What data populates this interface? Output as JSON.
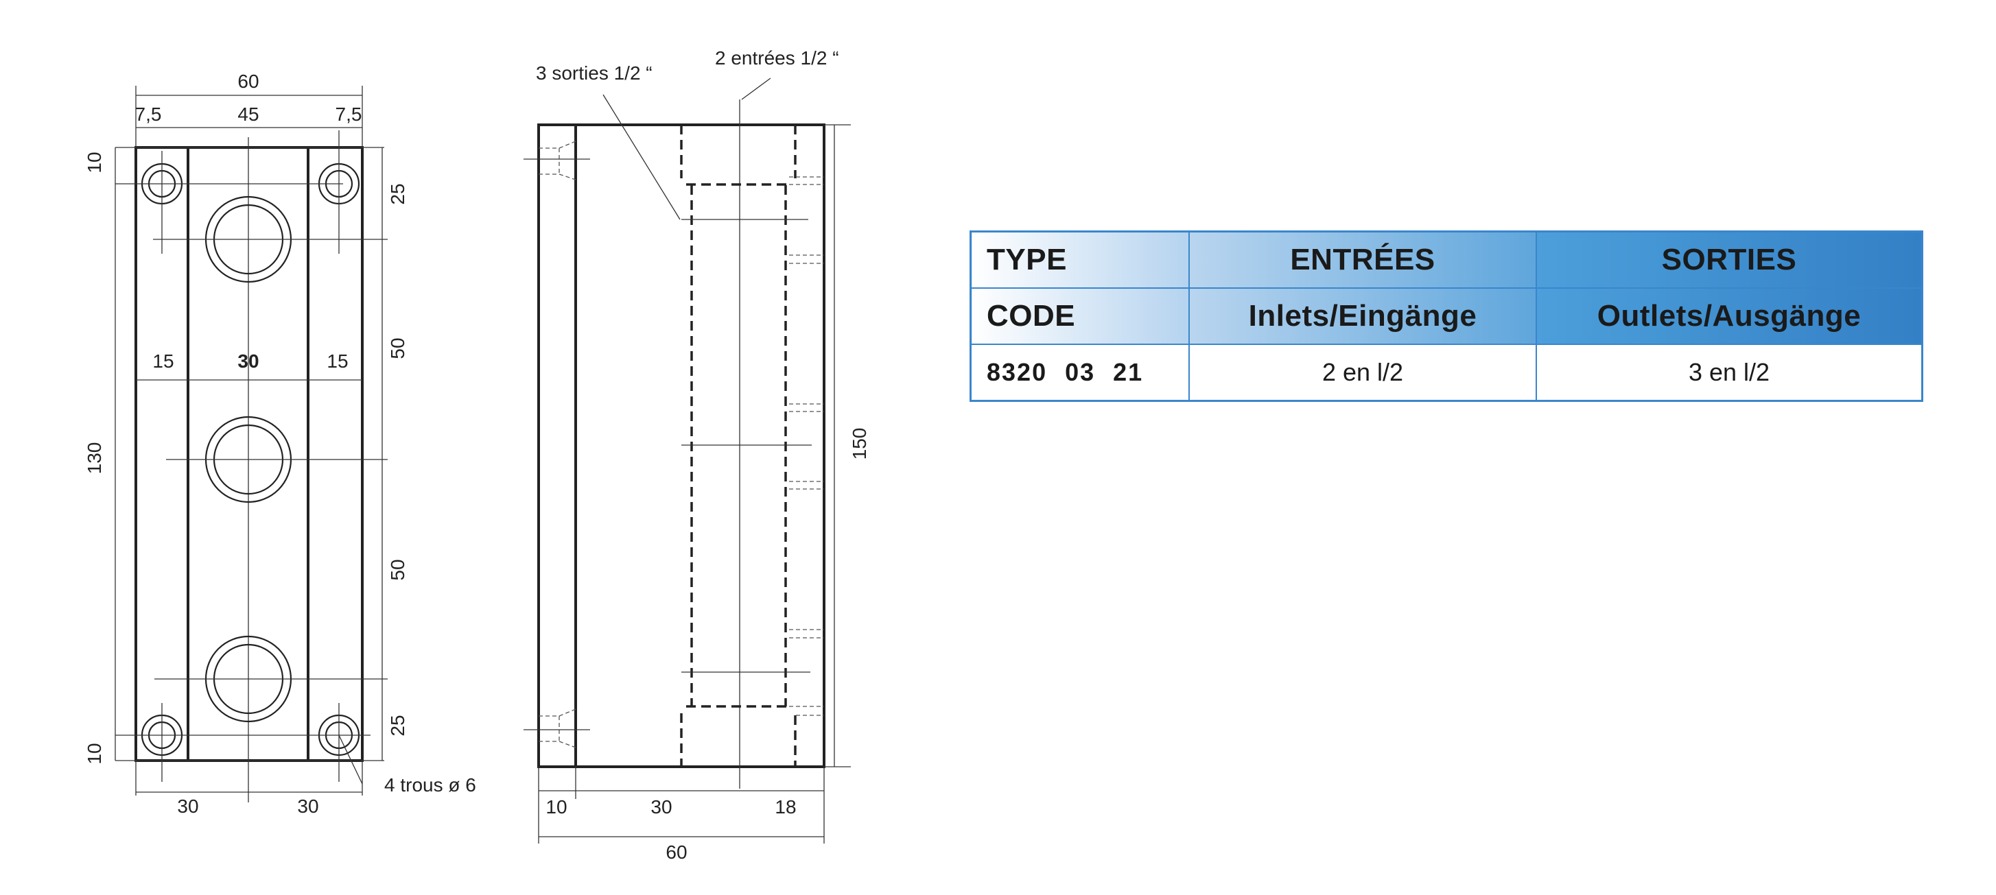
{
  "front_view": {
    "dims": {
      "overall_width": "60",
      "edge_left": "7,5",
      "hole_spacing": "45",
      "edge_right": "7,5",
      "top_edge": "10",
      "hole_span": "130",
      "bottom_edge": "10",
      "pitch_top": "25",
      "pitch_mid1": "50",
      "pitch_mid2": "50",
      "pitch_bottom": "25",
      "strip_left": "15",
      "strip_center": "30",
      "strip_right": "15",
      "half_left": "30",
      "half_right": "30"
    },
    "holes_note": "4 trous ø 6"
  },
  "side_view": {
    "outlets_note": "3 sorties 1/2 “",
    "inlets_note": "2 entrées 1/2 “",
    "dims": {
      "height": "150",
      "flange": "10",
      "mid": "30",
      "right": "18",
      "total": "60"
    }
  },
  "table": {
    "header_row1": [
      "TYPE",
      "ENTRÉES",
      "SORTIES"
    ],
    "header_row2": [
      "CODE",
      "Inlets/Eingänge",
      "Outlets/Ausgänge"
    ],
    "rows": [
      {
        "code": "8320 03 21",
        "inlets": "2 en l/2",
        "outlets": "3 en l/2"
      }
    ],
    "accent_color": "#3a86cc"
  }
}
